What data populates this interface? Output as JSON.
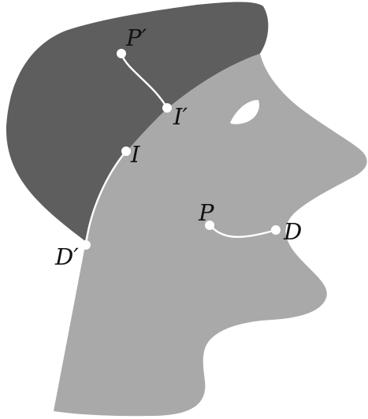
{
  "colors": {
    "background": "#ffffff",
    "face": "#a9a9a9",
    "cap": "#5e5e5e",
    "curve": "#ffffff",
    "point": "#ffffff",
    "label": "#111111"
  },
  "labels": {
    "p_prime": "P′",
    "i_prime": "I′",
    "i": "I",
    "d_prime": "D′",
    "p": "P",
    "d": "D"
  },
  "elements": {
    "head": "face-silhouette",
    "cap": "cap-region",
    "eye": "eye",
    "curves": [
      "curve-p-prime-to-i-prime",
      "curve-i-to-d-prime",
      "curve-p-to-d"
    ]
  }
}
